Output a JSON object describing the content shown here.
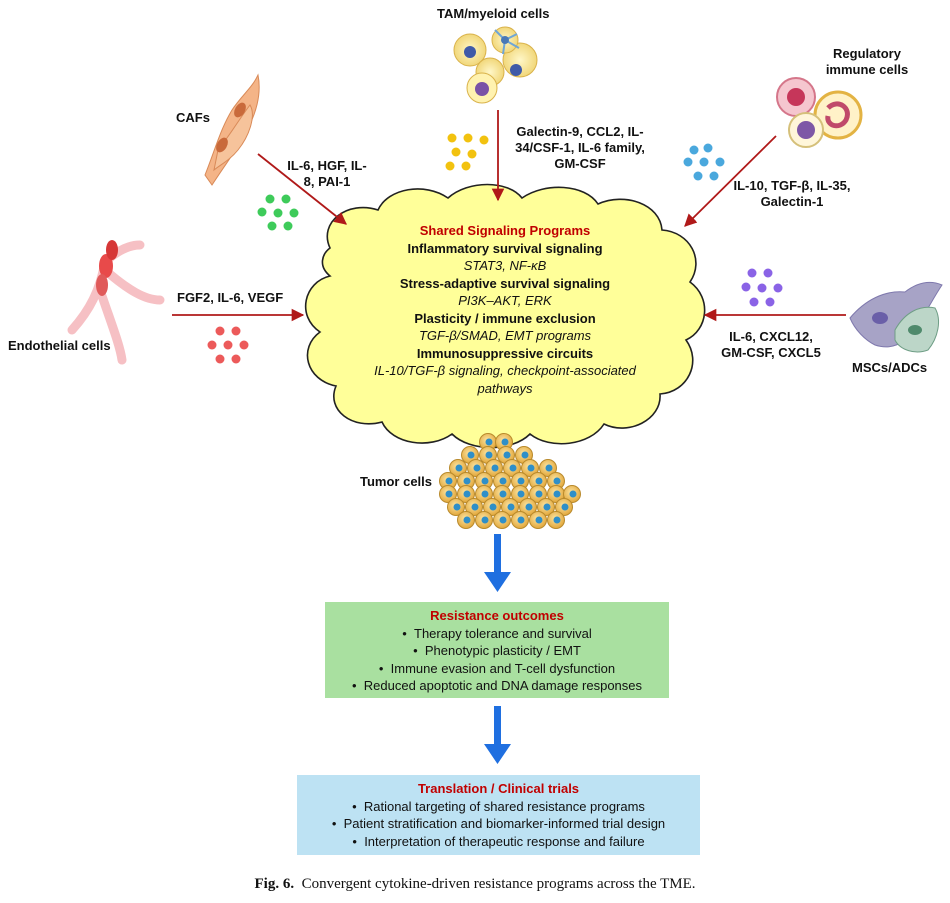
{
  "cells": {
    "tam": "TAM/myeloid cells",
    "cafs": "CAFs",
    "regulatory_line1": "Regulatory",
    "regulatory_line2": "immune cells",
    "endothelial": "Endothelial cells",
    "mscs": "MSCs/ADCs",
    "tumor": "Tumor cells"
  },
  "cytokines": {
    "cafs_line1": "IL-6, HGF, IL-",
    "cafs_line2": "8, PAI-1",
    "tam_line1": "Galectin-9, CCL2, IL-",
    "tam_line2": "34/CSF-1, IL-6 family,",
    "tam_line3": "GM-CSF",
    "reg_line1": "IL-10, TGF-β, IL-35,",
    "reg_line2": "Galectin-1",
    "endo": "FGF2, IL-6, VEGF",
    "msc_line1": "IL-6, CXCL12,",
    "msc_line2": "GM-CSF, CXCL5"
  },
  "shared": {
    "title": "Shared Signaling Programs",
    "p1_title": "Inflammatory survival signaling",
    "p1_detail": "STAT3, NF-κB",
    "p2_title": "Stress-adaptive survival signaling",
    "p2_detail": "PI3K–AKT, ERK",
    "p3_title": "Plasticity / immune exclusion",
    "p3_detail": "TGF-β/SMAD, EMT programs",
    "p4_title": "Immunosuppressive circuits",
    "p4_detail_line1": "IL-10/TGF-β signaling, checkpoint-associated",
    "p4_detail_line2": "pathways"
  },
  "resistance": {
    "title": "Resistance outcomes",
    "items": [
      "Therapy tolerance and survival",
      "Phenotypic plasticity / EMT",
      "Immune evasion and T-cell dysfunction",
      "Reduced apoptotic and DNA damage responses"
    ]
  },
  "translation": {
    "title": "Translation / Clinical trials",
    "items": [
      "Rational targeting of shared resistance programs",
      "Patient stratification and biomarker-informed trial design",
      "Interpretation of therapeutic response and failure"
    ]
  },
  "caption": {
    "label": "Fig. 6.",
    "text": "Convergent cytokine-driven resistance programs across the TME."
  },
  "colors": {
    "arrow_red": "#b01919",
    "arrow_blue": "#1f6fe0",
    "cloud_fill": "#ffff99",
    "heading_red": "#c00000",
    "resistance_box": "#a9e0a0",
    "translation_box": "#bde2f3",
    "dots_yellow": "#f2c20f",
    "dots_green": "#3ecb5a",
    "dots_blue": "#4aa8dd",
    "dots_red": "#ec5a5a",
    "dots_purple": "#8a63e6"
  }
}
